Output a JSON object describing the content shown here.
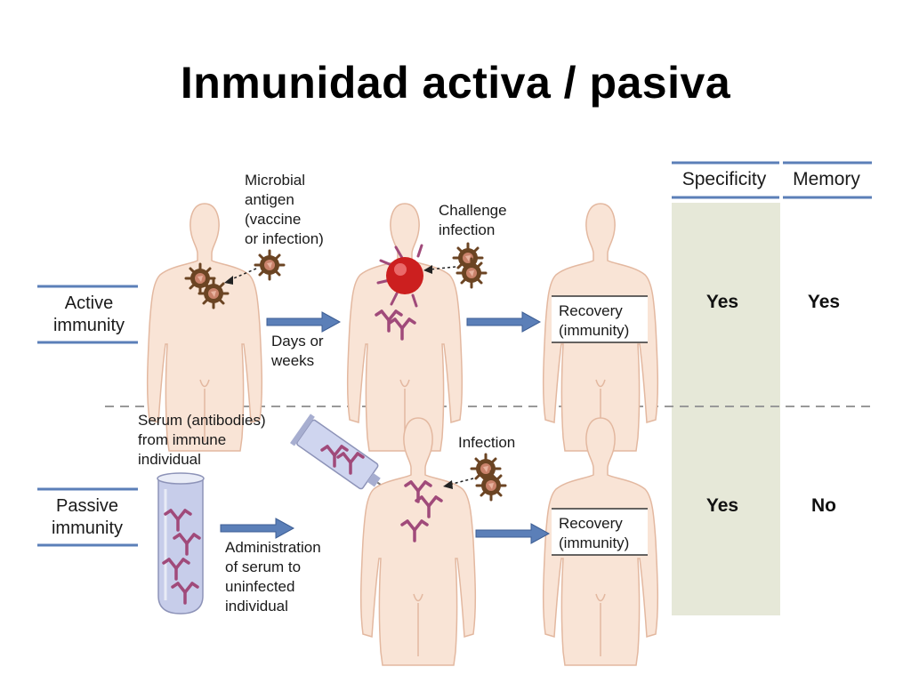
{
  "title": "Inmunidad activa / pasiva",
  "columns": {
    "specificity": "Specificity",
    "memory": "Memory"
  },
  "active": {
    "row_label_1": "Active",
    "row_label_2": "immunity",
    "antigen_label": [
      "Microbial",
      "antigen",
      "(vaccine",
      "or infection)"
    ],
    "challenge_label": [
      "Challenge",
      "infection"
    ],
    "interval_label": [
      "Days or",
      "weeks"
    ],
    "recovery_label": [
      "Recovery",
      "(immunity)"
    ],
    "specificity": "Yes",
    "memory": "Yes"
  },
  "passive": {
    "row_label_1": "Passive",
    "row_label_2": "immunity",
    "serum_label": [
      "Serum (antibodies)",
      "from immune",
      "individual"
    ],
    "infection_label": "Infection",
    "administration_label": [
      "Administration",
      "of serum to",
      "uninfected",
      "individual"
    ],
    "recovery_label": [
      "Recovery",
      "(immunity)"
    ],
    "specificity": "Yes",
    "memory": "No"
  },
  "colors": {
    "body_fill": "#f9e4d6",
    "arrow": "#5b7fb8",
    "microbe": "#6b4423",
    "antibody": "#a04a7a",
    "infected_cell": "#cc1f1f",
    "column_band": "#e6e8d8"
  },
  "icons": [
    "human-silhouette",
    "microbe",
    "antibody",
    "test-tube",
    "syringe",
    "arrow-right"
  ]
}
